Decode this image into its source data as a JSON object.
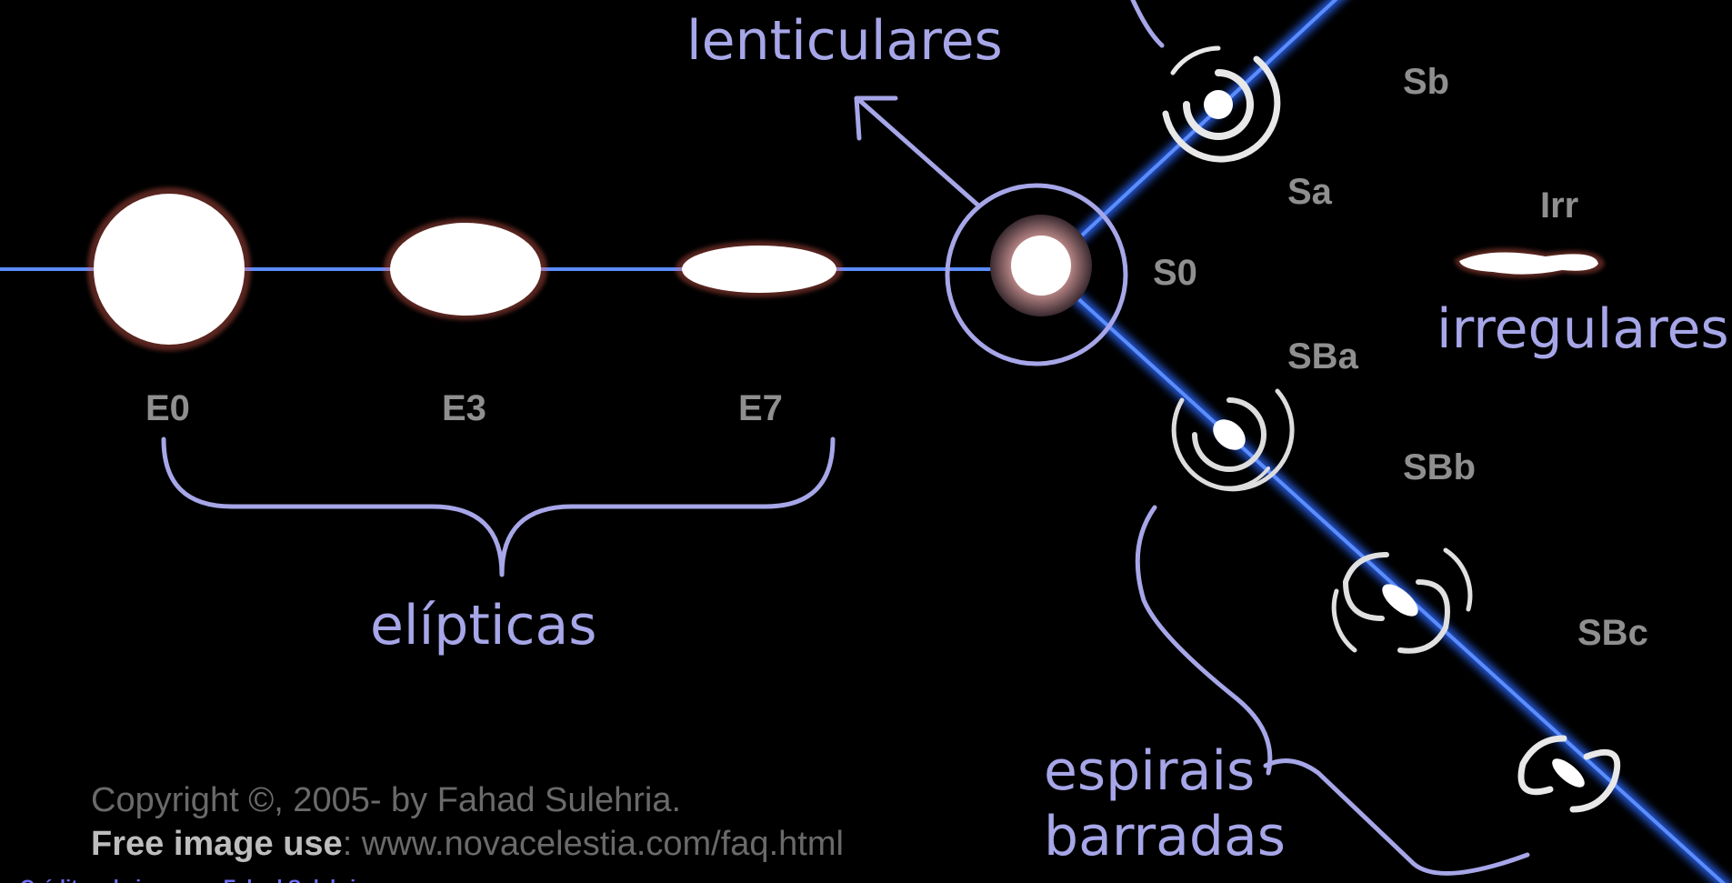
{
  "categories": {
    "lenticulares": "lenticulares",
    "irregulares": "irregulares",
    "elipticas": "elípticas",
    "espirais_line1": "espirais",
    "espirais_line2": "barradas"
  },
  "galaxy_types": {
    "e0": "E0",
    "e3": "E3",
    "e7": "E7",
    "s0": "S0",
    "sa": "Sa",
    "sb": "Sb",
    "irr": "Irr",
    "sba": "SBa",
    "sbb": "SBb",
    "sbc": "SBc"
  },
  "copyright": {
    "line1": "Copyright ©, 2005- by Fahad Sulehria.",
    "line2_label": "Free image use",
    "line2_rest": ": www.novacelestia.com/faq.html"
  },
  "credit": "Créditos da imagem: Fahad Sulehria",
  "colors": {
    "background": "#000000",
    "axis": "#2f6bff",
    "annotation": "#a6a6e8",
    "type_label": "#8f8f8f"
  }
}
